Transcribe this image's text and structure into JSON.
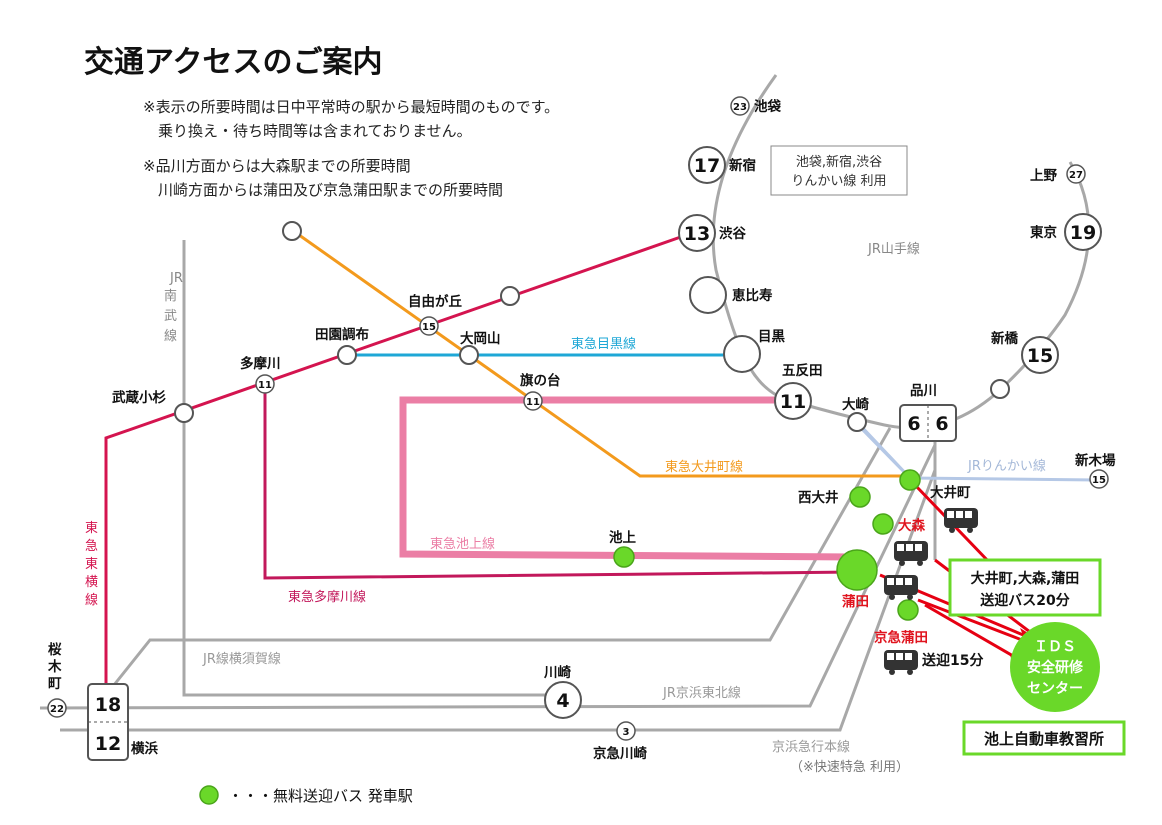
{
  "title": "交通アクセスのご案内",
  "notes": [
    "※表示の所要時間は日中平常時の駅から最短時間のものです。",
    "　乗り換え・待ち時間等は含まれておりません。",
    "※品川方面からは大森駅までの所要時間",
    "　川崎方面からは蒲田及び京急蒲田駅までの所要時間"
  ],
  "rinkai_note": [
    "池袋,新宿,渋谷",
    "りんかい線 利用"
  ],
  "colors": {
    "tokyu_toyoko": "#d4144f",
    "tokyu_oimachi": "#f39a1d",
    "tokyu_meguro": "#1ea7d6",
    "tokyu_ikegami": "#eb7ea5",
    "tokyu_tamagawa": "#c2185b",
    "jr_grey": "#a8a8a8",
    "rinkai": "#b5c8e6",
    "shuttle": "#6ad829",
    "route_red": "#e60012",
    "box_green": "#6ad829"
  },
  "lines": {
    "yamanote": "JR山手線",
    "nambu": "JR南武線",
    "meguro": "東急目黒線",
    "oimachi": "東急大井町線",
    "ikegami": "東急池上線",
    "tamagawa": "東急多摩川線",
    "toyoko": "東急東横線",
    "yokosuka": "JR線横須賀線",
    "keihin_tohoku": "JR京浜東北線",
    "rinkai": "JRりんかい線",
    "keikyu": "京浜急行本線",
    "keikyu_note": "（※快速特急 利用）"
  },
  "stations": {
    "ikebukuro": {
      "name": "池袋",
      "min": "23"
    },
    "shinjuku": {
      "name": "新宿",
      "min": "17"
    },
    "shibuya": {
      "name": "渋谷",
      "min": "13"
    },
    "ebisu": {
      "name": "恵比寿"
    },
    "meguro": {
      "name": "目黒"
    },
    "gotanda": {
      "name": "五反田",
      "min": "11"
    },
    "osaki": {
      "name": "大崎"
    },
    "shinagawa": {
      "name": "品川",
      "min_a": "6",
      "min_b": "6"
    },
    "shimbashi": {
      "name": "新橋",
      "min": "15"
    },
    "tokyo": {
      "name": "東京",
      "min": "19"
    },
    "ueno": {
      "name": "上野",
      "min": "27"
    },
    "shinkiba": {
      "name": "新木場",
      "min": "15"
    },
    "jiyugaoka": {
      "name": "自由が丘",
      "min": "15"
    },
    "denenchofu": {
      "name": "田園調布"
    },
    "ookayama": {
      "name": "大岡山"
    },
    "hatanodai": {
      "name": "旗の台",
      "min": "11"
    },
    "tamagawa": {
      "name": "多摩川",
      "min": "11"
    },
    "musashikosugi": {
      "name": "武蔵小杉"
    },
    "ikegami": {
      "name": "池上"
    },
    "oimachi": {
      "name": "大井町"
    },
    "nishioi": {
      "name": "西大井"
    },
    "omori": {
      "name": "大森"
    },
    "kamata": {
      "name": "蒲田"
    },
    "keikyu_kamata": {
      "name": "京急蒲田"
    },
    "kawasaki": {
      "name": "川崎",
      "min": "4"
    },
    "keikyu_kawasaki": {
      "name": "京急川崎",
      "min": "3"
    },
    "sakuragicho": {
      "name": "桜木町",
      "min": "22"
    },
    "yokohama": {
      "name": "横浜",
      "min_a": "18",
      "min_b": "12"
    }
  },
  "shuttle_box": [
    "大井町,大森,蒲田",
    "送迎バス20分"
  ],
  "keikyu_shuttle": "送迎15分",
  "center": [
    "ＩＤＳ",
    "安全研修",
    "センター"
  ],
  "school": "池上自動車教習所",
  "legend": "・・・無料送迎バス 発車駅"
}
